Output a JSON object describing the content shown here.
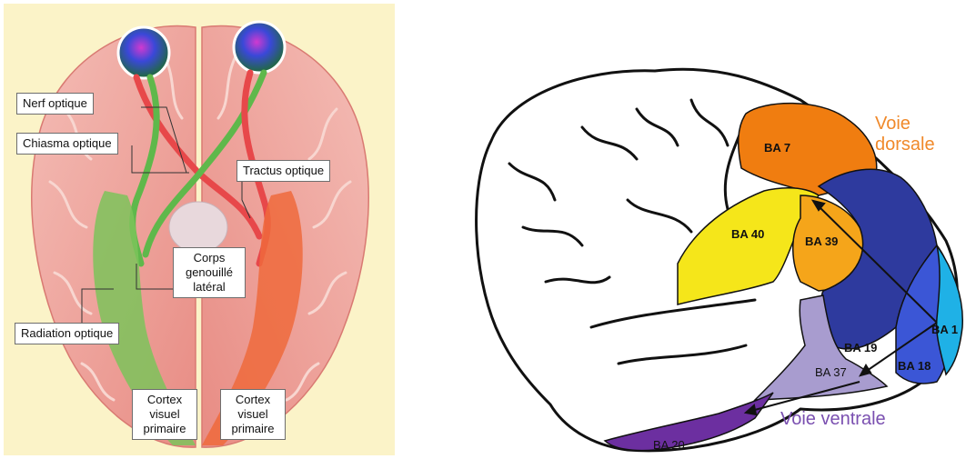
{
  "left_panel": {
    "labels": {
      "nerf_optique": "Nerf optique",
      "chiasma_optique": "Chiasma optique",
      "tractus_optique": "Tractus optique",
      "corps_line1": "Corps",
      "corps_line2": "genouillé",
      "corps_line3": "latéral",
      "radiation_optique": "Radiation optique",
      "cortex_left_line1": "Cortex",
      "cortex_left_line2": "visuel",
      "cortex_left_line3": "primaire",
      "cortex_right_line1": "Cortex",
      "cortex_right_line2": "visuel",
      "cortex_right_line3": "primaire"
    }
  },
  "right_panel": {
    "areas": {
      "ba7": "BA 7",
      "ba40": "BA 40",
      "ba39": "BA 39",
      "ba19": "BA 19",
      "ba18": "BA 18",
      "ba17": "BA 1",
      "ba37": "BA 37",
      "ba20": "BA 20"
    },
    "pathways": {
      "dorsal_line1": "Voie",
      "dorsal_line2": "dorsale",
      "ventral": "Voie ventrale"
    },
    "colors": {
      "ba7": "#f07d10",
      "ba40": "#f5e61a",
      "ba39": "#f5a51a",
      "ba19": "#2e3a9e",
      "ba18": "#3b56d6",
      "ba17": "#1fb1e6",
      "ba37": "#a89ccf",
      "ba20": "#6c2fa0",
      "dorsal_text": "#f0892a",
      "ventral_text": "#7a4fb0"
    }
  }
}
